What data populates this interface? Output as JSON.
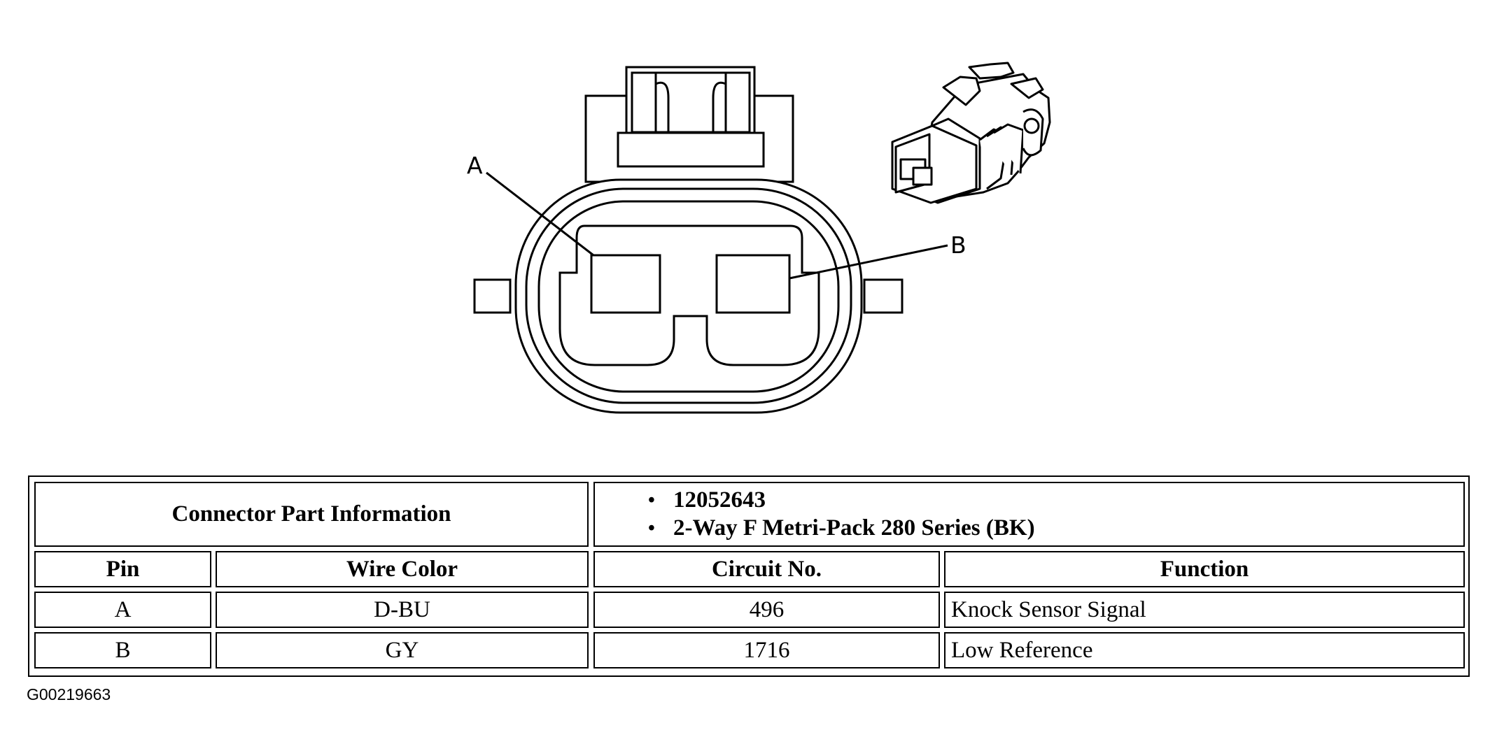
{
  "diagram": {
    "pin_labels": [
      "A",
      "B"
    ]
  },
  "table": {
    "header": {
      "label": "Connector Part Information",
      "bullets": [
        "12052643",
        "2-Way F Metri-Pack 280 Series (BK)"
      ]
    },
    "columns": [
      "Pin",
      "Wire Color",
      "Circuit No.",
      "Function"
    ],
    "rows": [
      {
        "pin": "A",
        "wire_color": "D-BU",
        "circuit": "496",
        "function": "Knock Sensor Signal"
      },
      {
        "pin": "B",
        "wire_color": "GY",
        "circuit": "1716",
        "function": "Low Reference"
      }
    ]
  },
  "figure_id": "G00219663"
}
